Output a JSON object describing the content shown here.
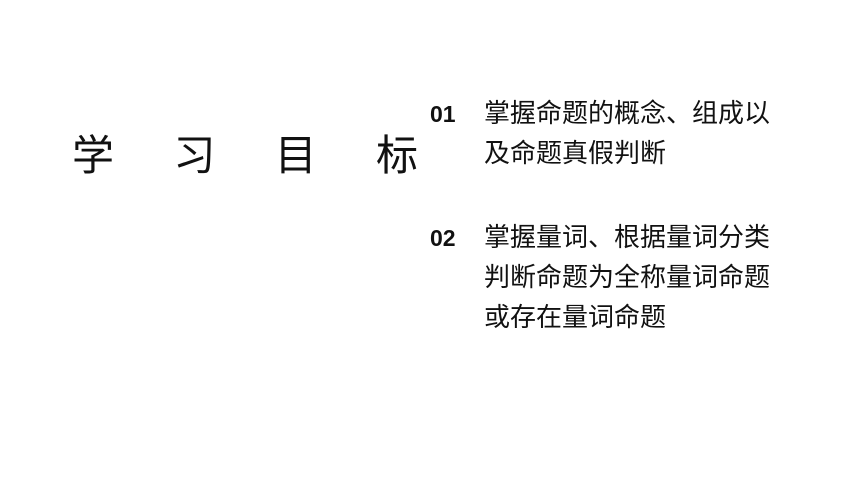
{
  "slide": {
    "title": "学 习 目 标",
    "objectives": [
      {
        "number": "01",
        "text": "掌握命题的概念、组成以及命题真假判断"
      },
      {
        "number": "02",
        "text": "掌握量词、根据量词分类判断命题为全称量词命题或存在量词命题"
      }
    ]
  },
  "colors": {
    "background": "#ffffff",
    "text": "#111111"
  }
}
